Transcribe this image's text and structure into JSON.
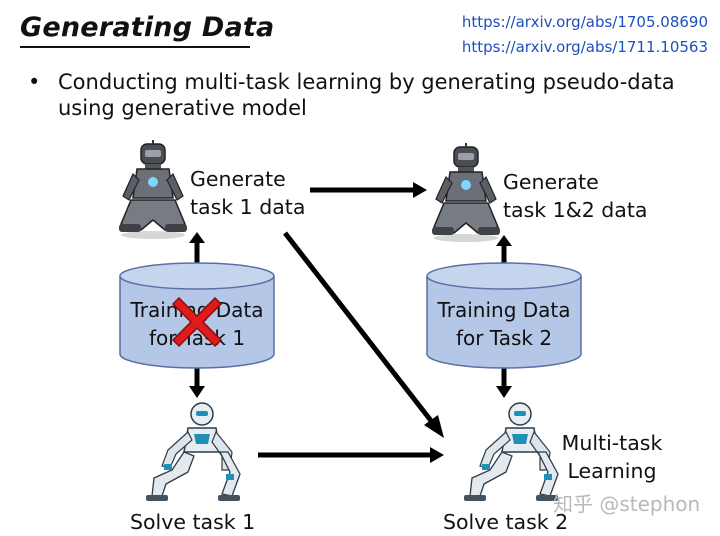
{
  "header": {
    "title": "Generating Data",
    "links": [
      "https://arxiv.org/abs/1705.08690",
      "https://arxiv.org/abs/1711.10563"
    ]
  },
  "bullet": {
    "marker": "•",
    "text": "Conducting multi-task learning by generating pseudo-data using generative model"
  },
  "diagram": {
    "gen1": [
      "Generate",
      "task 1 data"
    ],
    "gen2": [
      "Generate",
      "task 1&2 data"
    ],
    "db1": [
      "Training Data",
      "for Task 1"
    ],
    "db2": [
      "Training Data",
      "for Task 2"
    ],
    "solve1": "Solve task 1",
    "solve2": "Solve task 2",
    "multitask": [
      "Multi-task",
      "Learning"
    ]
  },
  "watermark": "知乎 @stephon",
  "colors": {
    "cylinder_fill": "#b4c7e7",
    "cylinder_stroke": "#5a6fa5",
    "cross": "#e01b1b",
    "link": "#1f4fbf"
  }
}
